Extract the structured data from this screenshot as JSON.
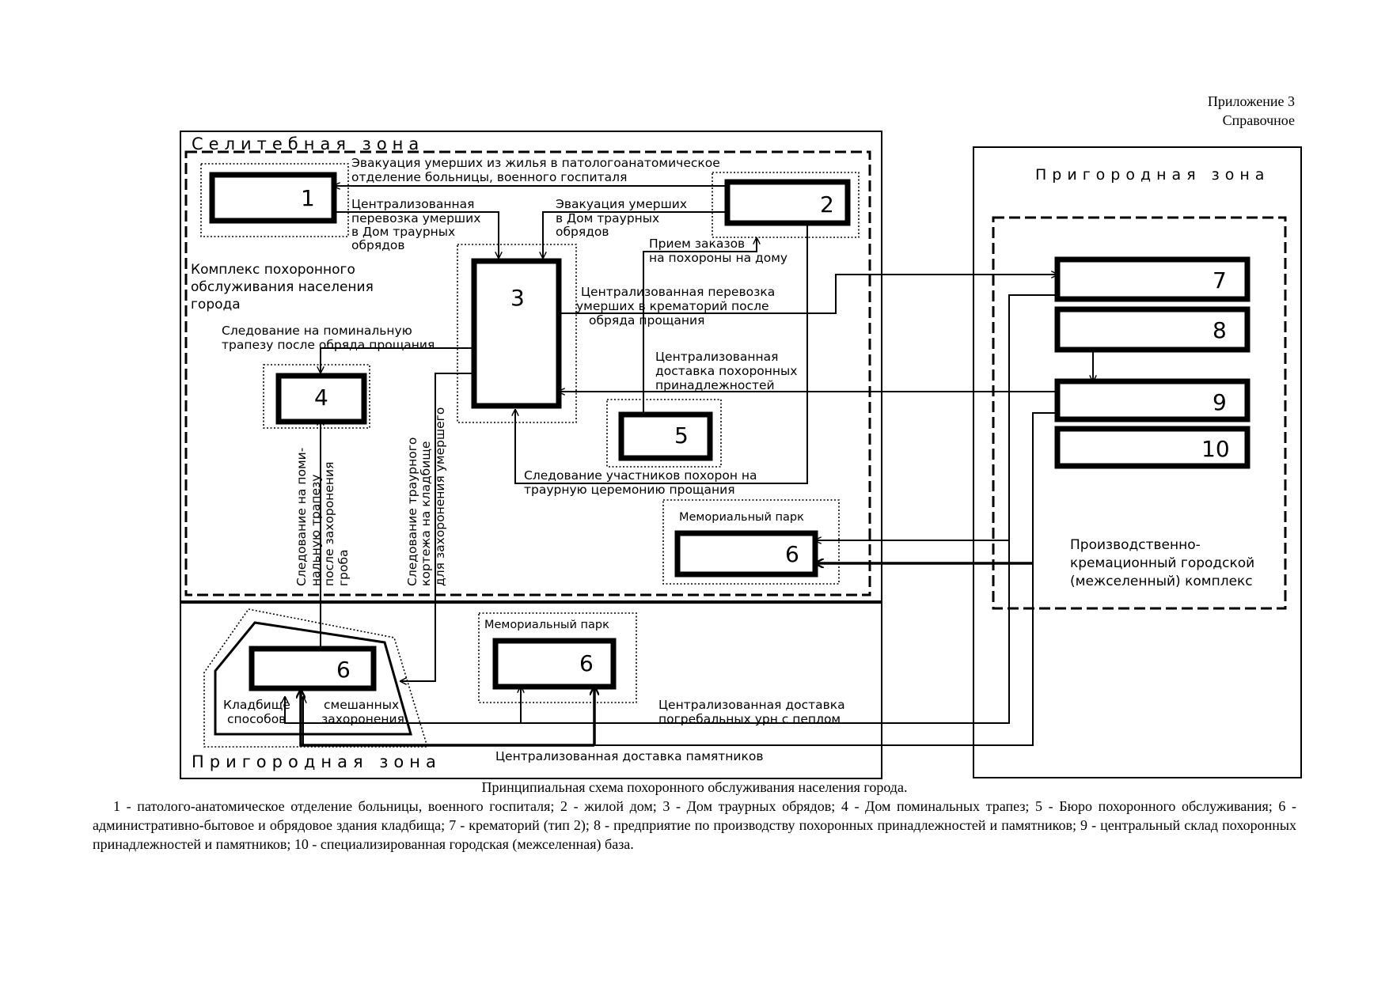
{
  "appendix": {
    "line1": "Приложение 3",
    "line2": "Справочное"
  },
  "zones": {
    "residential": "Селитебная зона",
    "suburban_left": "Пригородная зона",
    "suburban_right": "Пригородная зона"
  },
  "boxes": {
    "b1": "1",
    "b2": "2",
    "b3": "3",
    "b4": "4",
    "b5": "5",
    "b6_park_top": "6",
    "b6_cemetery": "6",
    "b6_park_bottom": "6",
    "b7": "7",
    "b8": "8",
    "b9": "9",
    "b10": "10"
  },
  "labels": {
    "evac_to_hospital_1": "Эвакуация умерших из жилья в патологоанатомическое",
    "evac_to_hospital_2": "отделение больницы, военного госпиталя",
    "central_transport_1": "Централизованная",
    "central_transport_2": "перевозка умерших",
    "central_transport_3": "в Дом траурных",
    "central_transport_4": "обрядов",
    "evac_home_1": "Эвакуация умерших",
    "evac_home_2": "в Дом траурных",
    "evac_home_3": "обрядов",
    "orders_1": "Прием заказов",
    "orders_2": "на похороны на дому",
    "complex_1": "Комплекс похоронного",
    "complex_2": "обслуживания населения",
    "complex_3": "города",
    "crematorium_1": "Централизованная перевозка",
    "crematorium_2": "умерших в крематорий после",
    "crematorium_3": "обряда прощания",
    "memorial_meal_1": "Следование на поминальную",
    "memorial_meal_2": "трапезу после обряда прощания",
    "accessories_1": "Централизованная",
    "accessories_2": "доставка похоронных",
    "accessories_3": "принадлежностей",
    "procession_1": "Следование участников похорон на",
    "procession_2": "траурную церемонию прощания",
    "memorial_park": "Мемориальный парк",
    "memorial_park_bottom": "Мемориальный парк",
    "vert_meal_1": "Следование на поми-",
    "vert_meal_2": "нальную трапезу",
    "vert_meal_3": "после захоронения",
    "vert_meal_4": "гроба",
    "vert_cortege_1": "Следование траурного",
    "vert_cortege_2": "кортежа на кладбище",
    "vert_cortege_3": "для захоронения умершего",
    "cemetery_1": "Кладбище",
    "cemetery_2": "способов",
    "cemetery_3": "смешанных",
    "cemetery_4": "захоронения",
    "urns_1": "Централизованная доставка",
    "urns_2": "погребальных урн с пеплом",
    "monuments": "Централизованная доставка памятников",
    "crem_complex_1": "Производственно-",
    "crem_complex_2": "кремационный городской",
    "crem_complex_3": "(межселенный) комплекс"
  },
  "caption": {
    "title": "Принципиальная схема похоронного обслуживания населения города.",
    "legend": "1 - патолого-анатомическое отделение больницы, военного госпиталя; 2 - жилой дом; 3 - Дом траурных обрядов; 4 - Дом поминальных трапез; 5 - Бюро похоронного обслуживания; 6 - административно-бытовое и обрядовое здания кладбища; 7 - крематорий (тип 2); 8 - предприятие по производству похоронных принадлежностей и памятников; 9 - центральный склад похоронных принадлежностей и памятников; 10 - специализированная городская (межселенная) база."
  }
}
